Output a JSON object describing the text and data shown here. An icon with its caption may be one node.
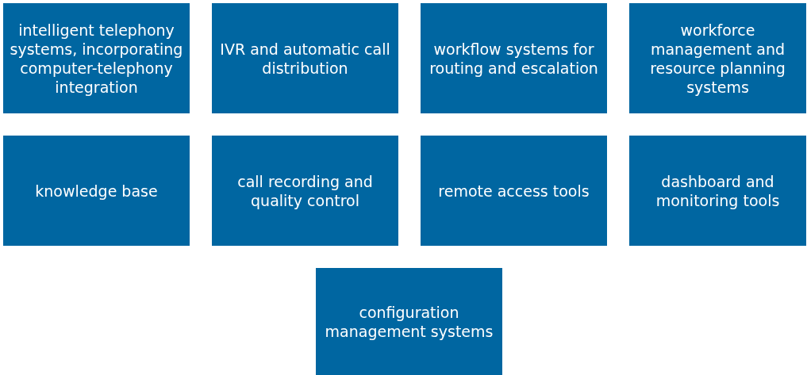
{
  "diagram": {
    "nodes": [
      {
        "text": [
          "intelligent telephony systems, incorporating computer-telephony integration"
        ]
      },
      {
        "text": [
          "IVR and automatic call distribution"
        ]
      },
      {
        "text": [
          "workflow systems for routing and escalation"
        ]
      },
      {
        "text": [
          "workforce management and resource planning systems"
        ]
      },
      {
        "text": [
          "knowledge base"
        ]
      },
      {
        "text": [
          "call recording and quality control"
        ]
      },
      {
        "text": [
          "remote access tools"
        ]
      },
      {
        "text": [
          "dashboard and monitoring tools"
        ]
      },
      {
        "text": [
          "configuration management systems"
        ]
      }
    ]
  }
}
